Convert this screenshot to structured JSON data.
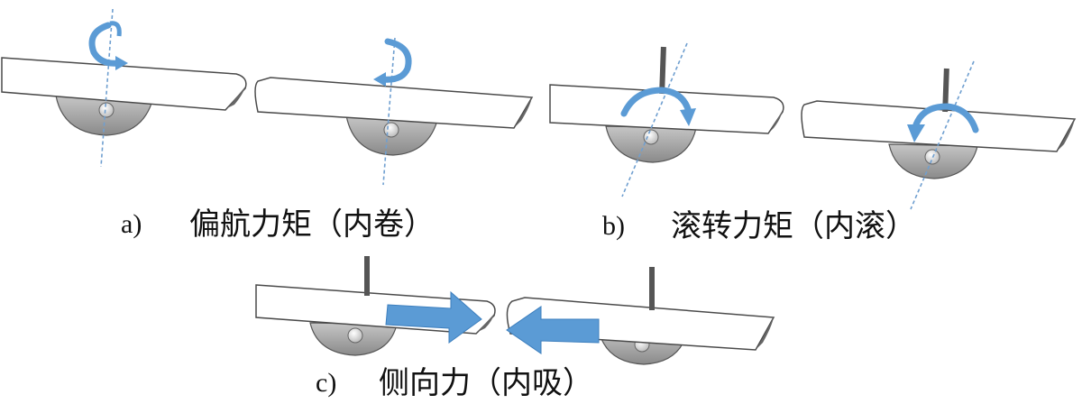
{
  "captions": {
    "a": {
      "label": "a)",
      "text": "偏航力矩（内卷）"
    },
    "b": {
      "label": "b)",
      "text": "滚转力矩（内滚）"
    },
    "c": {
      "label": "c)",
      "text": "侧向力（内吸）"
    }
  },
  "colors": {
    "arrow": "#5b9bd5",
    "arrow_edge": "#3d7fbe",
    "axis": "#6f9fd0",
    "body_fill": "#ffffff",
    "body_edge": "#4a4a4a",
    "cup_fill": "#a9a9a9",
    "cup_dark": "#7a7a7a",
    "hub_fill": "#e8e8e8",
    "pin": "#555555"
  }
}
